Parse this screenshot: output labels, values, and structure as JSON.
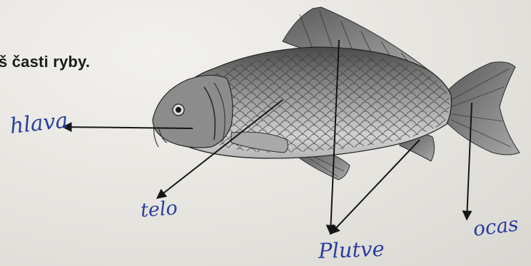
{
  "worksheet": {
    "heading": "š časti ryby."
  },
  "labels": {
    "head": "hlava",
    "body": "telo",
    "fins": "Plutve",
    "tail": "ocas"
  },
  "colors": {
    "ink_blue": "#2a3f9e",
    "print_black": "#1b1b1b",
    "paper": "#e9e7e2"
  }
}
